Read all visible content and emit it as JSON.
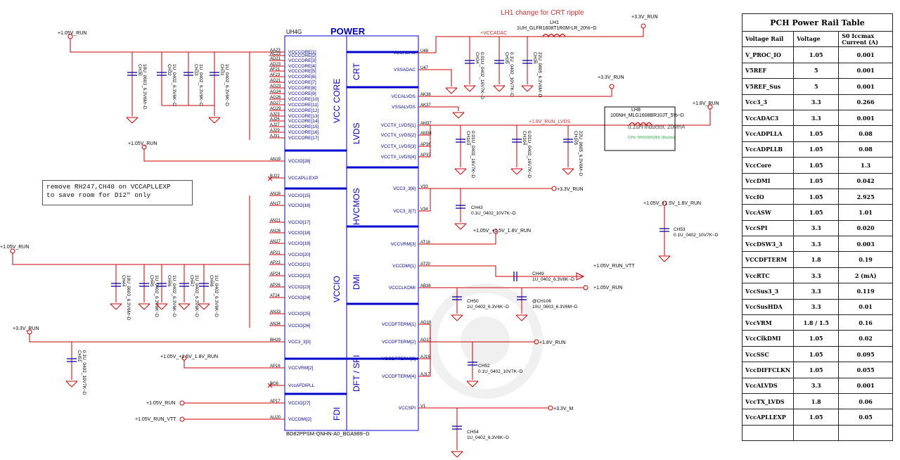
{
  "chip": {
    "ref": "UH4G",
    "title": "POWER",
    "part": "BD82PPSM-QNHN-A0_BGA989~D",
    "groups": [
      "VCC CORE",
      "CRT",
      "LVDS",
      "HVCMOS",
      "VCCIO",
      "DMI",
      "DFT / SPI",
      "FDI"
    ]
  },
  "annotation": "LH1 change for CRT ripple",
  "note": {
    "line1": "remove RH247,CH40 on VCCAPLLEXP",
    "line2": "to save room for D12\" only"
  },
  "left_pins": [
    {
      "ball": "AA23",
      "name": "VCCCORE[1]"
    },
    {
      "ball": "AC23",
      "name": "VCCCORE[2]"
    },
    {
      "ball": "AD21",
      "name": "VCCCORE[3]"
    },
    {
      "ball": "AD23",
      "name": "VCCCORE[4]"
    },
    {
      "ball": "AF21",
      "name": "VCCCORE[5]"
    },
    {
      "ball": "AF23",
      "name": "VCCCORE[6]"
    },
    {
      "ball": "AG21",
      "name": "VCCCORE[7]"
    },
    {
      "ball": "AG23",
      "name": "VCCCORE[8]"
    },
    {
      "ball": "AG24",
      "name": "VCCCORE[9]"
    },
    {
      "ball": "AG26",
      "name": "VCCCORE[10]"
    },
    {
      "ball": "AG27",
      "name": "VCCCORE[11]"
    },
    {
      "ball": "AG29",
      "name": "VCCCORE[12]"
    },
    {
      "ball": "AJ23",
      "name": "VCCCORE[13]"
    },
    {
      "ball": "AJ26",
      "name": "VCCCORE[14]"
    },
    {
      "ball": "AJ27",
      "name": "VCCCORE[15]"
    },
    {
      "ball": "AJ29",
      "name": "VCCCORE[16]"
    },
    {
      "ball": "AJ31",
      "name": "VCCCORE[17]"
    },
    {
      "ball": "AN19",
      "name": "VCCIO[28]"
    },
    {
      "ball": "BJ22",
      "name": "VCCAPLLEXP"
    },
    {
      "ball": "AN16",
      "name": "VCCIO[15]"
    },
    {
      "ball": "AN17",
      "name": "VCCIO[16]"
    },
    {
      "ball": "AN21",
      "name": "VCCIO[17]"
    },
    {
      "ball": "AN26",
      "name": "VCCIO[18]"
    },
    {
      "ball": "AN27",
      "name": "VCCIO[19]"
    },
    {
      "ball": "AP21",
      "name": "VCCIO[20]"
    },
    {
      "ball": "AP23",
      "name": "VCCIO[21]"
    },
    {
      "ball": "AP24",
      "name": "VCCIO[22]"
    },
    {
      "ball": "AP26",
      "name": "VCCIO[23]"
    },
    {
      "ball": "AT24",
      "name": "VCCIO[24]"
    },
    {
      "ball": "AN33",
      "name": "VCCIO[25]"
    },
    {
      "ball": "AN34",
      "name": "VCCIO[26]"
    },
    {
      "ball": "BH29",
      "name": "VCC3_3[3]"
    },
    {
      "ball": "AP16",
      "name": "VCCVRM[2]"
    },
    {
      "ball": "BG6",
      "name": "VccAFDIPLL"
    },
    {
      "ball": "AP17",
      "name": "VCCIO[27]"
    },
    {
      "ball": "AU20",
      "name": "VCCDMI[2]"
    }
  ],
  "right_pins": [
    {
      "ball": "U48",
      "name": "VCCADAC"
    },
    {
      "ball": "U47",
      "name": "VSSADAC"
    },
    {
      "ball": "AK36",
      "name": "VCCALVDS"
    },
    {
      "ball": "AK37",
      "name": "VSSALVDS"
    },
    {
      "ball": "AM37",
      "name": "VCCTX_LVDS[1]"
    },
    {
      "ball": "AM38",
      "name": "VCCTX_LVDS[2]"
    },
    {
      "ball": "AP36",
      "name": "VCCTX_LVDS[3]"
    },
    {
      "ball": "AP37",
      "name": "VCCTX_LVDS[4]"
    },
    {
      "ball": "V33",
      "name": "VCC3_3[6]"
    },
    {
      "ball": "V34",
      "name": "VCC3_3[7]"
    },
    {
      "ball": "AT16",
      "name": "VCCVRM[3]"
    },
    {
      "ball": "AT20",
      "name": "VCCDMI[1]"
    },
    {
      "ball": "AB36",
      "name": "VCCCLKDMI"
    },
    {
      "ball": "AG16",
      "name": "VCCDFTERM[1]"
    },
    {
      "ball": "AG17",
      "name": "VCCDFTERM[2]"
    },
    {
      "ball": "AJ16",
      "name": "VCCDFTERM[3]"
    },
    {
      "ball": "AJ17",
      "name": "VCCDFTERM[4]"
    },
    {
      "ball": "V1",
      "name": "VCCSPI"
    }
  ],
  "nets": {
    "n105_top": "+1.05V_RUN",
    "n33_top": "+3.3V_RUN",
    "vccadac": "+VCCADAC",
    "n33_crt": "+3.3V_RUN",
    "n18_top": "+1.8V_RUN",
    "n18_lvds": "+1.8V_RUN_LVDS",
    "n105_mid": "+1.05V_RUN",
    "n33_hv": "+3.3V_RUN",
    "vrm_mux": "+1.05V_+1.5V_1.8V_RUN",
    "vrm_mux2": "+1.05V_+1.5V_1.8V_RUN",
    "n105_left": "+1.05V_RUN",
    "n105_vtt": "+1.05V_RUN_VTT",
    "n105_clk": "+1.05V_RUN",
    "n33_left": "+3.3V_RUN",
    "vrm_mux3": "+1.05V_+1.5V_1.8V_RUN",
    "n18_dft": "+1.8V_RUN",
    "n105_io27": "+1.05V_RUN",
    "n105_vtt2": "+1.05V_RUN_VTT",
    "n33m": "+3.3V_M"
  },
  "inductors": {
    "lh1_ref": "LH1",
    "lh1_val": "1UH_GLFR1608T1R0M-LR_20%~D",
    "lh8_ref": "LH8",
    "lh8_val": "100NH_MLG1608BR10JT_5%~D",
    "lh8_note": "0.1uH inductor, 200mA",
    "lh8_cpn": "CPN: DH00000Q80L (Murata)"
  },
  "caps_top": [
    {
      "ref": "CH30",
      "val": "10U_0603_6.3V6M~D"
    },
    {
      "ref": "CH32",
      "val": "1U_0402_6.3V6K~D"
    },
    {
      "ref": "CH33",
      "val": "1U_0402_6.3V6K~D"
    },
    {
      "ref": "CH31",
      "val": "1U_0402_6.3V6K~D"
    }
  ],
  "caps_crt": [
    {
      "ref": "CH34",
      "val": "0.01U_0402_16V7K~D"
    },
    {
      "ref": "CH35",
      "val": "0.1U_0402_10V7K~D"
    },
    {
      "ref": "CH36",
      "val": "22U_0805_6.3V6M~D"
    }
  ],
  "caps_lvds": [
    {
      "ref": "CH103",
      "val": "0.01U_0402_16V7K~D"
    },
    {
      "ref": "CH104",
      "val": "0.01U_0402_16V7K~D"
    },
    {
      "ref": "CH105",
      "val": "22U_0805_6.3V6M~D"
    }
  ],
  "caps_io": [
    {
      "ref": "CH44",
      "val": "10U_0603_6.3V6M~D"
    },
    {
      "ref": "CH45",
      "val": "1U_0402_6.3V6K~D"
    },
    {
      "ref": "CH46",
      "val": "1U_0402_6.3V6K~D"
    },
    {
      "ref": "CH47",
      "val": "1U_0402_6.3V6K~D"
    },
    {
      "ref": "CH48",
      "val": "1U_0402_6.3V6K~D"
    }
  ],
  "caps_misc": {
    "ch43_ref": "CH43",
    "ch43_val": "0.1U_0402_10V7K~D",
    "ch53_ref": "CH53",
    "ch53_val": "0.1U_0402_10V7K~D",
    "ch49_ref": "CH49",
    "ch49_val": "1U_0402_6.3V6K~D",
    "ch50_ref": "CH50",
    "ch50_val": "1U_0402_6.3V6K~D",
    "ch106_ref": "@CH106",
    "ch106_val": "10U_0603_6.3V6M~D",
    "ch51_ref": "CH51",
    "ch51_val": "0.1U_0402_10V7K~D",
    "ch52_ref": "CH52",
    "ch52_val": "0.1U_0402_10V7K~D",
    "ch54_ref": "CH54",
    "ch54_val": "1U_0402_6.3V6K~D"
  },
  "table": {
    "title": "PCH Power Rail Table",
    "headers": [
      "Voltage Rail",
      "Voltage",
      "S0 Iccmax Current (A)"
    ],
    "rows": [
      [
        "V_PROC_IO",
        "1.05",
        "0.001"
      ],
      [
        "V5REF",
        "5",
        "0.001"
      ],
      [
        "V5REF_Sus",
        "5",
        "0.001"
      ],
      [
        "Vcc3_3",
        "3.3",
        "0.266"
      ],
      [
        "VccADAC3",
        "3.3",
        "0.001"
      ],
      [
        "VccADPLLA",
        "1.05",
        "0.08"
      ],
      [
        "VccADPLLB",
        "1.05",
        "0.08"
      ],
      [
        "VccCore",
        "1.05",
        "1.3"
      ],
      [
        "VccDMI",
        "1.05",
        "0.042"
      ],
      [
        "VccIO",
        "1.05",
        "2.925"
      ],
      [
        "VccASW",
        "1.05",
        "1.01"
      ],
      [
        "VccSPI",
        "3.3",
        "0.020"
      ],
      [
        "VccDSW3_3",
        "3.3",
        "0.003"
      ],
      [
        "VCCDFTERM",
        "1.8",
        "0.19"
      ],
      [
        "VccRTC",
        "3.3",
        "2 (mA)"
      ],
      [
        "VccSus3_3",
        "3.3",
        "0.119"
      ],
      [
        "VccSusHDA",
        "3.3",
        "0.01"
      ],
      [
        "VccVRM",
        "1.8 / 1.5",
        "0.16"
      ],
      [
        "VccClkDMI",
        "1.05",
        "0.02"
      ],
      [
        "VccSSC",
        "1.05",
        "0.095"
      ],
      [
        "VccDIFFCLKN",
        "1.05",
        "0.055"
      ],
      [
        "VccALVDS",
        "3.3",
        "0.001"
      ],
      [
        "VccTX_LVDS",
        "1.8",
        "0.06"
      ],
      [
        "VccAPLLEXP",
        "1.05",
        "0.05"
      ],
      [
        "",
        "",
        ""
      ]
    ]
  }
}
